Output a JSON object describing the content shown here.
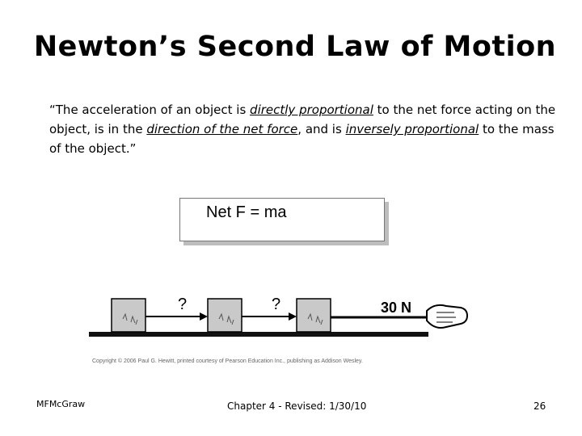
{
  "slide": {
    "title": "Newton’s Second Law of Motion",
    "quote": {
      "p1": "“The acceleration of an object is ",
      "u1": "directly proportional",
      "p2": " to the net force acting on the object, is in the ",
      "u2": "direction of the net force",
      "p3": ", and is ",
      "u3": "inversely proportional",
      "p4": " to the mass of the object.”"
    },
    "formula": "Net F = ma"
  },
  "figure": {
    "arrow_label_1": "?",
    "arrow_label_2": "?",
    "force_label": "30 N",
    "copyright": "Copyright © 2006 Paul G. Hewitt, printed courtesy of Pearson Education Inc., publishing as Addison Wesley."
  },
  "footer": {
    "author": "MFMcGraw",
    "chapter": "Chapter 4 - Revised: 1/30/10",
    "page": "26"
  }
}
